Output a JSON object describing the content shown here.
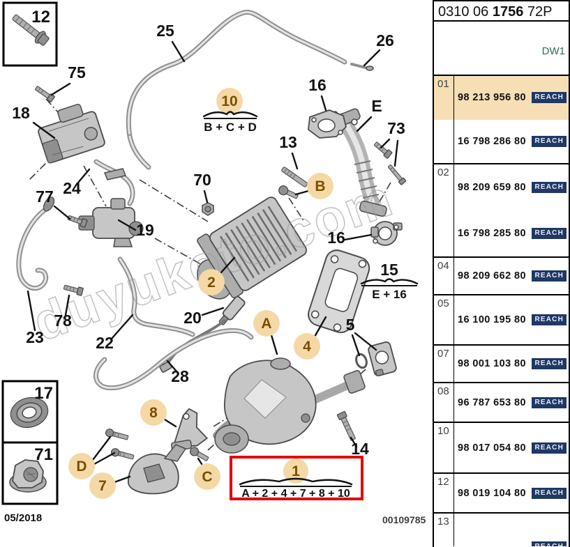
{
  "header": {
    "code_prefix": "0310 06 ",
    "code_bold": "1756",
    "code_suffix": " 72P",
    "engine_code": "DW1"
  },
  "reach_label": "REACH",
  "catalog": {
    "groups": [
      {
        "ref": "01",
        "parts": [
          {
            "number": "98 213 956 80"
          },
          {
            "number": "16 798 286 80"
          }
        ]
      },
      {
        "ref": "02",
        "parts": [
          {
            "number": "98 209 659 80"
          },
          {
            "number": "16 798 285 80"
          }
        ]
      },
      {
        "ref": "04",
        "parts": [
          {
            "number": "98 209 662 80"
          }
        ]
      },
      {
        "ref": "05",
        "parts": [
          {
            "number": "16 100 195 80"
          }
        ]
      },
      {
        "ref": "07",
        "parts": [
          {
            "number": "98 001 103 80"
          }
        ]
      },
      {
        "ref": "08",
        "parts": [
          {
            "number": "96 787 653 80"
          }
        ]
      },
      {
        "ref": "10",
        "parts": [
          {
            "number": "98 017 054 80"
          }
        ]
      },
      {
        "ref": "12",
        "parts": [
          {
            "number": "98 019 104 80"
          }
        ]
      },
      {
        "ref": "13",
        "parts": []
      }
    ]
  },
  "diagram": {
    "labels": {
      "box12": "12",
      "box17": "17",
      "box71": "71",
      "n25": "25",
      "n26": "26",
      "n75": "75",
      "n18": "18",
      "n24": "24",
      "n77": "77",
      "n19": "19",
      "n23": "23",
      "n78": "78",
      "n22": "22",
      "n20": "20",
      "n28": "28",
      "n70": "70",
      "n13": "13",
      "n16": "16",
      "E": "E",
      "n73": "73",
      "n2": "2",
      "n15": "15",
      "e16": "E + 16",
      "A": "A",
      "B": "B",
      "C": "C",
      "D": "D",
      "n4": "4",
      "n5": "5",
      "n7": "7",
      "n8": "8",
      "n14": "14",
      "n10": "10",
      "bcd": "B + C + D",
      "n1": "1",
      "sum1": "A + 2 + 4 + 7 + 8 + 10"
    }
  },
  "footer": {
    "date": "05/2018",
    "number": "00109785"
  },
  "watermark": "duyukoto.com",
  "colors": {
    "row_highlight": "#F7DFB5",
    "reach_badge_bg": "#1F3864",
    "callout_fill": "#F4D9A6",
    "callout_text": "#7A4E00",
    "red_box": "#E40000",
    "engine_code_text": "#2E6B58"
  }
}
